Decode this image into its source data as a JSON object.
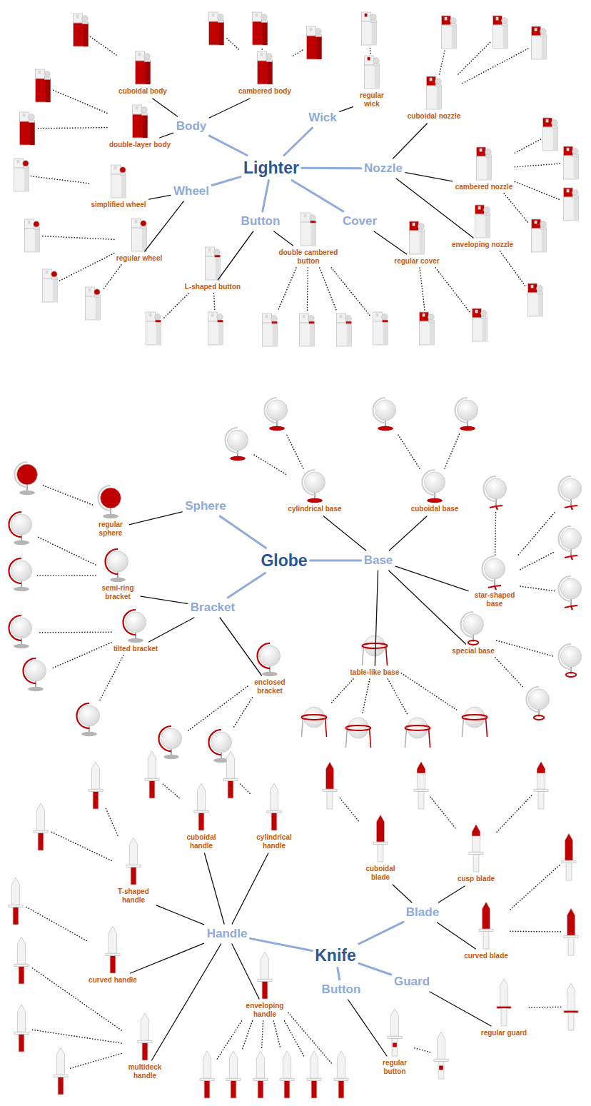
{
  "diagram": {
    "nodes": [
      {
        "text": [
          "Lighter"
        ]
      },
      {
        "text": [
          "Body"
        ]
      },
      {
        "text": [
          "Wick"
        ]
      },
      {
        "text": [
          "Nozzle"
        ]
      },
      {
        "text": [
          "Wheel"
        ]
      },
      {
        "text": [
          "Button"
        ]
      },
      {
        "text": [
          "Cover"
        ]
      },
      {
        "text": [
          "cuboidal body"
        ]
      },
      {
        "text": [
          "double-layer body"
        ]
      },
      {
        "text": [
          "cambered body"
        ]
      },
      {
        "text": [
          "regular wick"
        ]
      },
      {
        "text": [
          "cuboidal nozzle"
        ]
      },
      {
        "text": [
          "cambered nozzle"
        ]
      },
      {
        "text": [
          "enveloping nozzle"
        ]
      },
      {
        "text": [
          "simplified wheel"
        ]
      },
      {
        "text": [
          "regular wheel"
        ]
      },
      {
        "text": [
          "L-shaped button"
        ]
      },
      {
        "text": [
          "double cambered button"
        ]
      },
      {
        "text": [
          "regular cover"
        ]
      },
      {
        "text": [
          "Globe"
        ]
      },
      {
        "text": [
          "Sphere"
        ]
      },
      {
        "text": [
          "Base"
        ]
      },
      {
        "text": [
          "Bracket"
        ]
      },
      {
        "text": [
          "regular sphere"
        ]
      },
      {
        "text": [
          "cylindrical base"
        ]
      },
      {
        "text": [
          "cuboidal base"
        ]
      },
      {
        "text": [
          "star-shaped base"
        ]
      },
      {
        "text": [
          "special base"
        ]
      },
      {
        "text": [
          "table-like base"
        ]
      },
      {
        "text": [
          "semi-ring bracket"
        ]
      },
      {
        "text": [
          "tilted bracket"
        ]
      },
      {
        "text": [
          "enclosed bracket"
        ]
      },
      {
        "text": [
          "Knife"
        ]
      },
      {
        "text": [
          "Handle"
        ]
      },
      {
        "text": [
          "Blade"
        ]
      },
      {
        "text": [
          "Button"
        ]
      },
      {
        "text": [
          "Guard"
        ]
      },
      {
        "text": [
          "T-shaped handle"
        ]
      },
      {
        "text": [
          "cuboidal handle"
        ]
      },
      {
        "text": [
          "cylindrical handle"
        ]
      },
      {
        "text": [
          "curved handle"
        ]
      },
      {
        "text": [
          "multideck handle"
        ]
      },
      {
        "text": [
          "enveloping handle"
        ]
      },
      {
        "text": [
          "cuboidal blade"
        ]
      },
      {
        "text": [
          "cusp blade"
        ]
      },
      {
        "text": [
          "curved blade"
        ]
      },
      {
        "text": [
          "regular button"
        ]
      },
      {
        "text": [
          "regular guard"
        ]
      }
    ],
    "edges": [
      {
        "from": 0,
        "to": 1,
        "arrow": "none"
      },
      {
        "from": 0,
        "to": 2,
        "arrow": "none"
      },
      {
        "from": 0,
        "to": 3,
        "arrow": "none"
      },
      {
        "from": 0,
        "to": 4,
        "arrow": "none"
      },
      {
        "from": 0,
        "to": 5,
        "arrow": "none"
      },
      {
        "from": 0,
        "to": 6,
        "arrow": "none"
      },
      {
        "from": 1,
        "to": 7,
        "arrow": "none"
      },
      {
        "from": 1,
        "to": 8,
        "arrow": "none"
      },
      {
        "from": 1,
        "to": 9,
        "arrow": "none"
      },
      {
        "from": 2,
        "to": 10,
        "arrow": "none"
      },
      {
        "from": 3,
        "to": 11,
        "arrow": "none"
      },
      {
        "from": 3,
        "to": 12,
        "arrow": "none"
      },
      {
        "from": 3,
        "to": 13,
        "arrow": "none"
      },
      {
        "from": 4,
        "to": 14,
        "arrow": "none"
      },
      {
        "from": 4,
        "to": 15,
        "arrow": "none"
      },
      {
        "from": 5,
        "to": 16,
        "arrow": "none"
      },
      {
        "from": 5,
        "to": 17,
        "arrow": "none"
      },
      {
        "from": 6,
        "to": 18,
        "arrow": "none"
      },
      {
        "from": 19,
        "to": 20,
        "arrow": "none"
      },
      {
        "from": 19,
        "to": 21,
        "arrow": "none"
      },
      {
        "from": 19,
        "to": 22,
        "arrow": "none"
      },
      {
        "from": 20,
        "to": 23,
        "arrow": "none"
      },
      {
        "from": 21,
        "to": 24,
        "arrow": "none"
      },
      {
        "from": 21,
        "to": 25,
        "arrow": "none"
      },
      {
        "from": 21,
        "to": 26,
        "arrow": "none"
      },
      {
        "from": 21,
        "to": 27,
        "arrow": "none"
      },
      {
        "from": 21,
        "to": 28,
        "arrow": "none"
      },
      {
        "from": 22,
        "to": 29,
        "arrow": "none"
      },
      {
        "from": 22,
        "to": 30,
        "arrow": "none"
      },
      {
        "from": 22,
        "to": 31,
        "arrow": "none"
      },
      {
        "from": 32,
        "to": 33,
        "arrow": "none"
      },
      {
        "from": 32,
        "to": 34,
        "arrow": "none"
      },
      {
        "from": 32,
        "to": 35,
        "arrow": "none"
      },
      {
        "from": 32,
        "to": 36,
        "arrow": "none"
      },
      {
        "from": 33,
        "to": 37,
        "arrow": "none"
      },
      {
        "from": 33,
        "to": 38,
        "arrow": "none"
      },
      {
        "from": 33,
        "to": 39,
        "arrow": "none"
      },
      {
        "from": 33,
        "to": 40,
        "arrow": "none"
      },
      {
        "from": 33,
        "to": 41,
        "arrow": "none"
      },
      {
        "from": 33,
        "to": 42,
        "arrow": "none"
      },
      {
        "from": 34,
        "to": 43,
        "arrow": "none"
      },
      {
        "from": 34,
        "to": 44,
        "arrow": "none"
      },
      {
        "from": 34,
        "to": 45,
        "arrow": "none"
      },
      {
        "from": 35,
        "to": 46,
        "arrow": "none"
      },
      {
        "from": 36,
        "to": 47,
        "arrow": "none"
      }
    ]
  }
}
